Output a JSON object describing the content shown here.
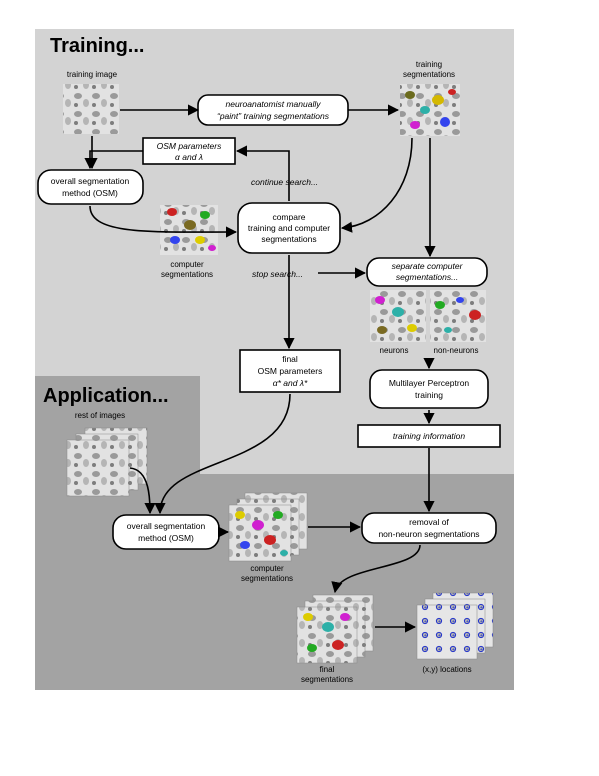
{
  "sections": {
    "training": "Training...",
    "application": "Application..."
  },
  "labels": {
    "training_image": "training image",
    "training_segmentations_1": "training",
    "training_segmentations_2": "segmentations",
    "manual_paint_1": "neuroanatomist manually",
    "manual_paint_2": "“paint” training segmentations",
    "osm_params_1": "OSM parameters",
    "osm_params_2": "α and λ",
    "osm_1": "overall segmentation",
    "osm_2": "method (OSM)",
    "continue_search": "continue search...",
    "compare_1": "compare",
    "compare_2": "training and computer",
    "compare_3": "segmentations",
    "computer_segmentations_1": "computer",
    "computer_segmentations_2": "segmentations",
    "stop_search": "stop search...",
    "separate_1": "separate computer",
    "separate_2": "segmentations...",
    "neurons": "neurons",
    "non_neurons": "non-neurons",
    "final_osm_1": "final",
    "final_osm_2": "OSM parameters",
    "final_osm_3": "α* and λ*",
    "mlp_1": "Multilayer Perceptron",
    "mlp_2": "training",
    "training_information": "training information",
    "rest_of_images": "rest of images",
    "app_osm_1": "overall segmentation",
    "app_osm_2": "method (OSM)",
    "app_computer_1": "computer",
    "app_computer_2": "segmentations",
    "removal_1": "removal of",
    "removal_2": "non-neuron segmentations",
    "final_seg_1": "final",
    "final_seg_2": "segmentations",
    "xy_locations": "(x,y) locations"
  },
  "colors": {
    "training_bg": "#d3d3d3",
    "application_bg": "#a3a3a3"
  }
}
